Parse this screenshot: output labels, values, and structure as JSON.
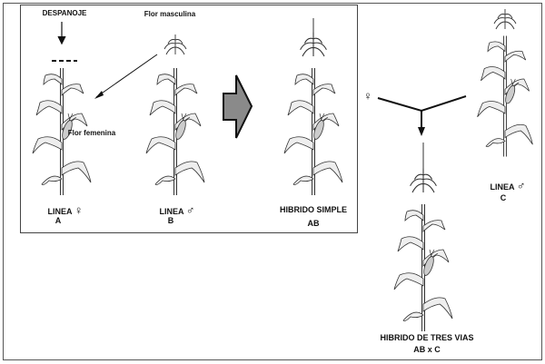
{
  "labels": {
    "despanoje": "DESPANOJE",
    "flor_masculina": "Flor masculina",
    "flor_femenina": "Flor femenina",
    "linea_a": "LINEA",
    "linea_a_symbol": "♀",
    "linea_a_letter": "A",
    "linea_b": "LINEA",
    "linea_b_symbol": "♂",
    "linea_b_letter": "B",
    "hibrido_simple": "HIBRIDO SIMPLE",
    "hibrido_simple_code": "AB",
    "female_symbol": "♀",
    "linea_c": "LINEA",
    "linea_c_symbol": "♂",
    "linea_c_letter": "C",
    "hibrido_tres_vias": "HIBRIDO DE TRES VIAS",
    "hibrido_tres_vias_code": "AB x C"
  },
  "colors": {
    "arrow_fill": "#8a8a8a",
    "line": "#111111",
    "leaf": "#f2f2f2"
  }
}
